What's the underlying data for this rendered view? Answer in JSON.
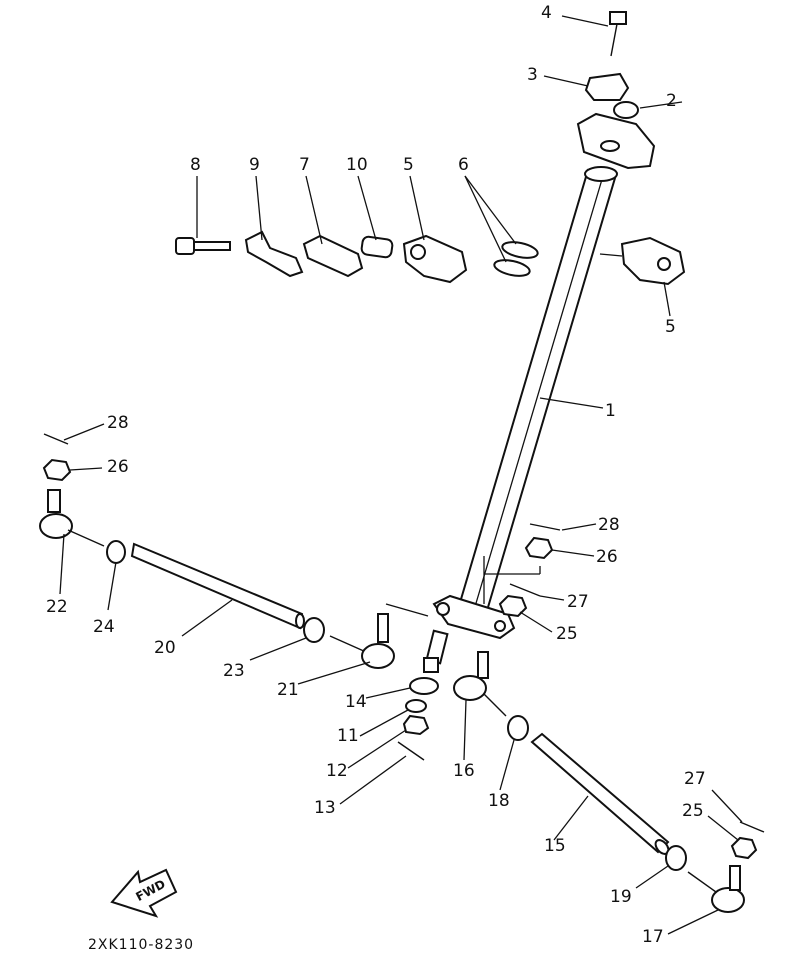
{
  "diagram": {
    "part_labels": {
      "p1": "1",
      "p2": "2",
      "p3": "3",
      "p4": "4",
      "p5a": "5",
      "p5b": "5",
      "p6": "6",
      "p7": "7",
      "p8": "8",
      "p9": "9",
      "p10": "10",
      "p11": "11",
      "p12": "12",
      "p13": "13",
      "p14": "14",
      "p15": "15",
      "p16": "16",
      "p17": "17",
      "p18": "18",
      "p19": "19",
      "p20": "20",
      "p21": "21",
      "p22": "22",
      "p23": "23",
      "p24": "24",
      "p25a": "25",
      "p25b": "25",
      "p26a": "26",
      "p26b": "26",
      "p27a": "27",
      "p27b": "27",
      "p28a": "28",
      "p28b": "28"
    },
    "fwd_label": "FWD",
    "drawing_code": "2XK110-8230"
  }
}
